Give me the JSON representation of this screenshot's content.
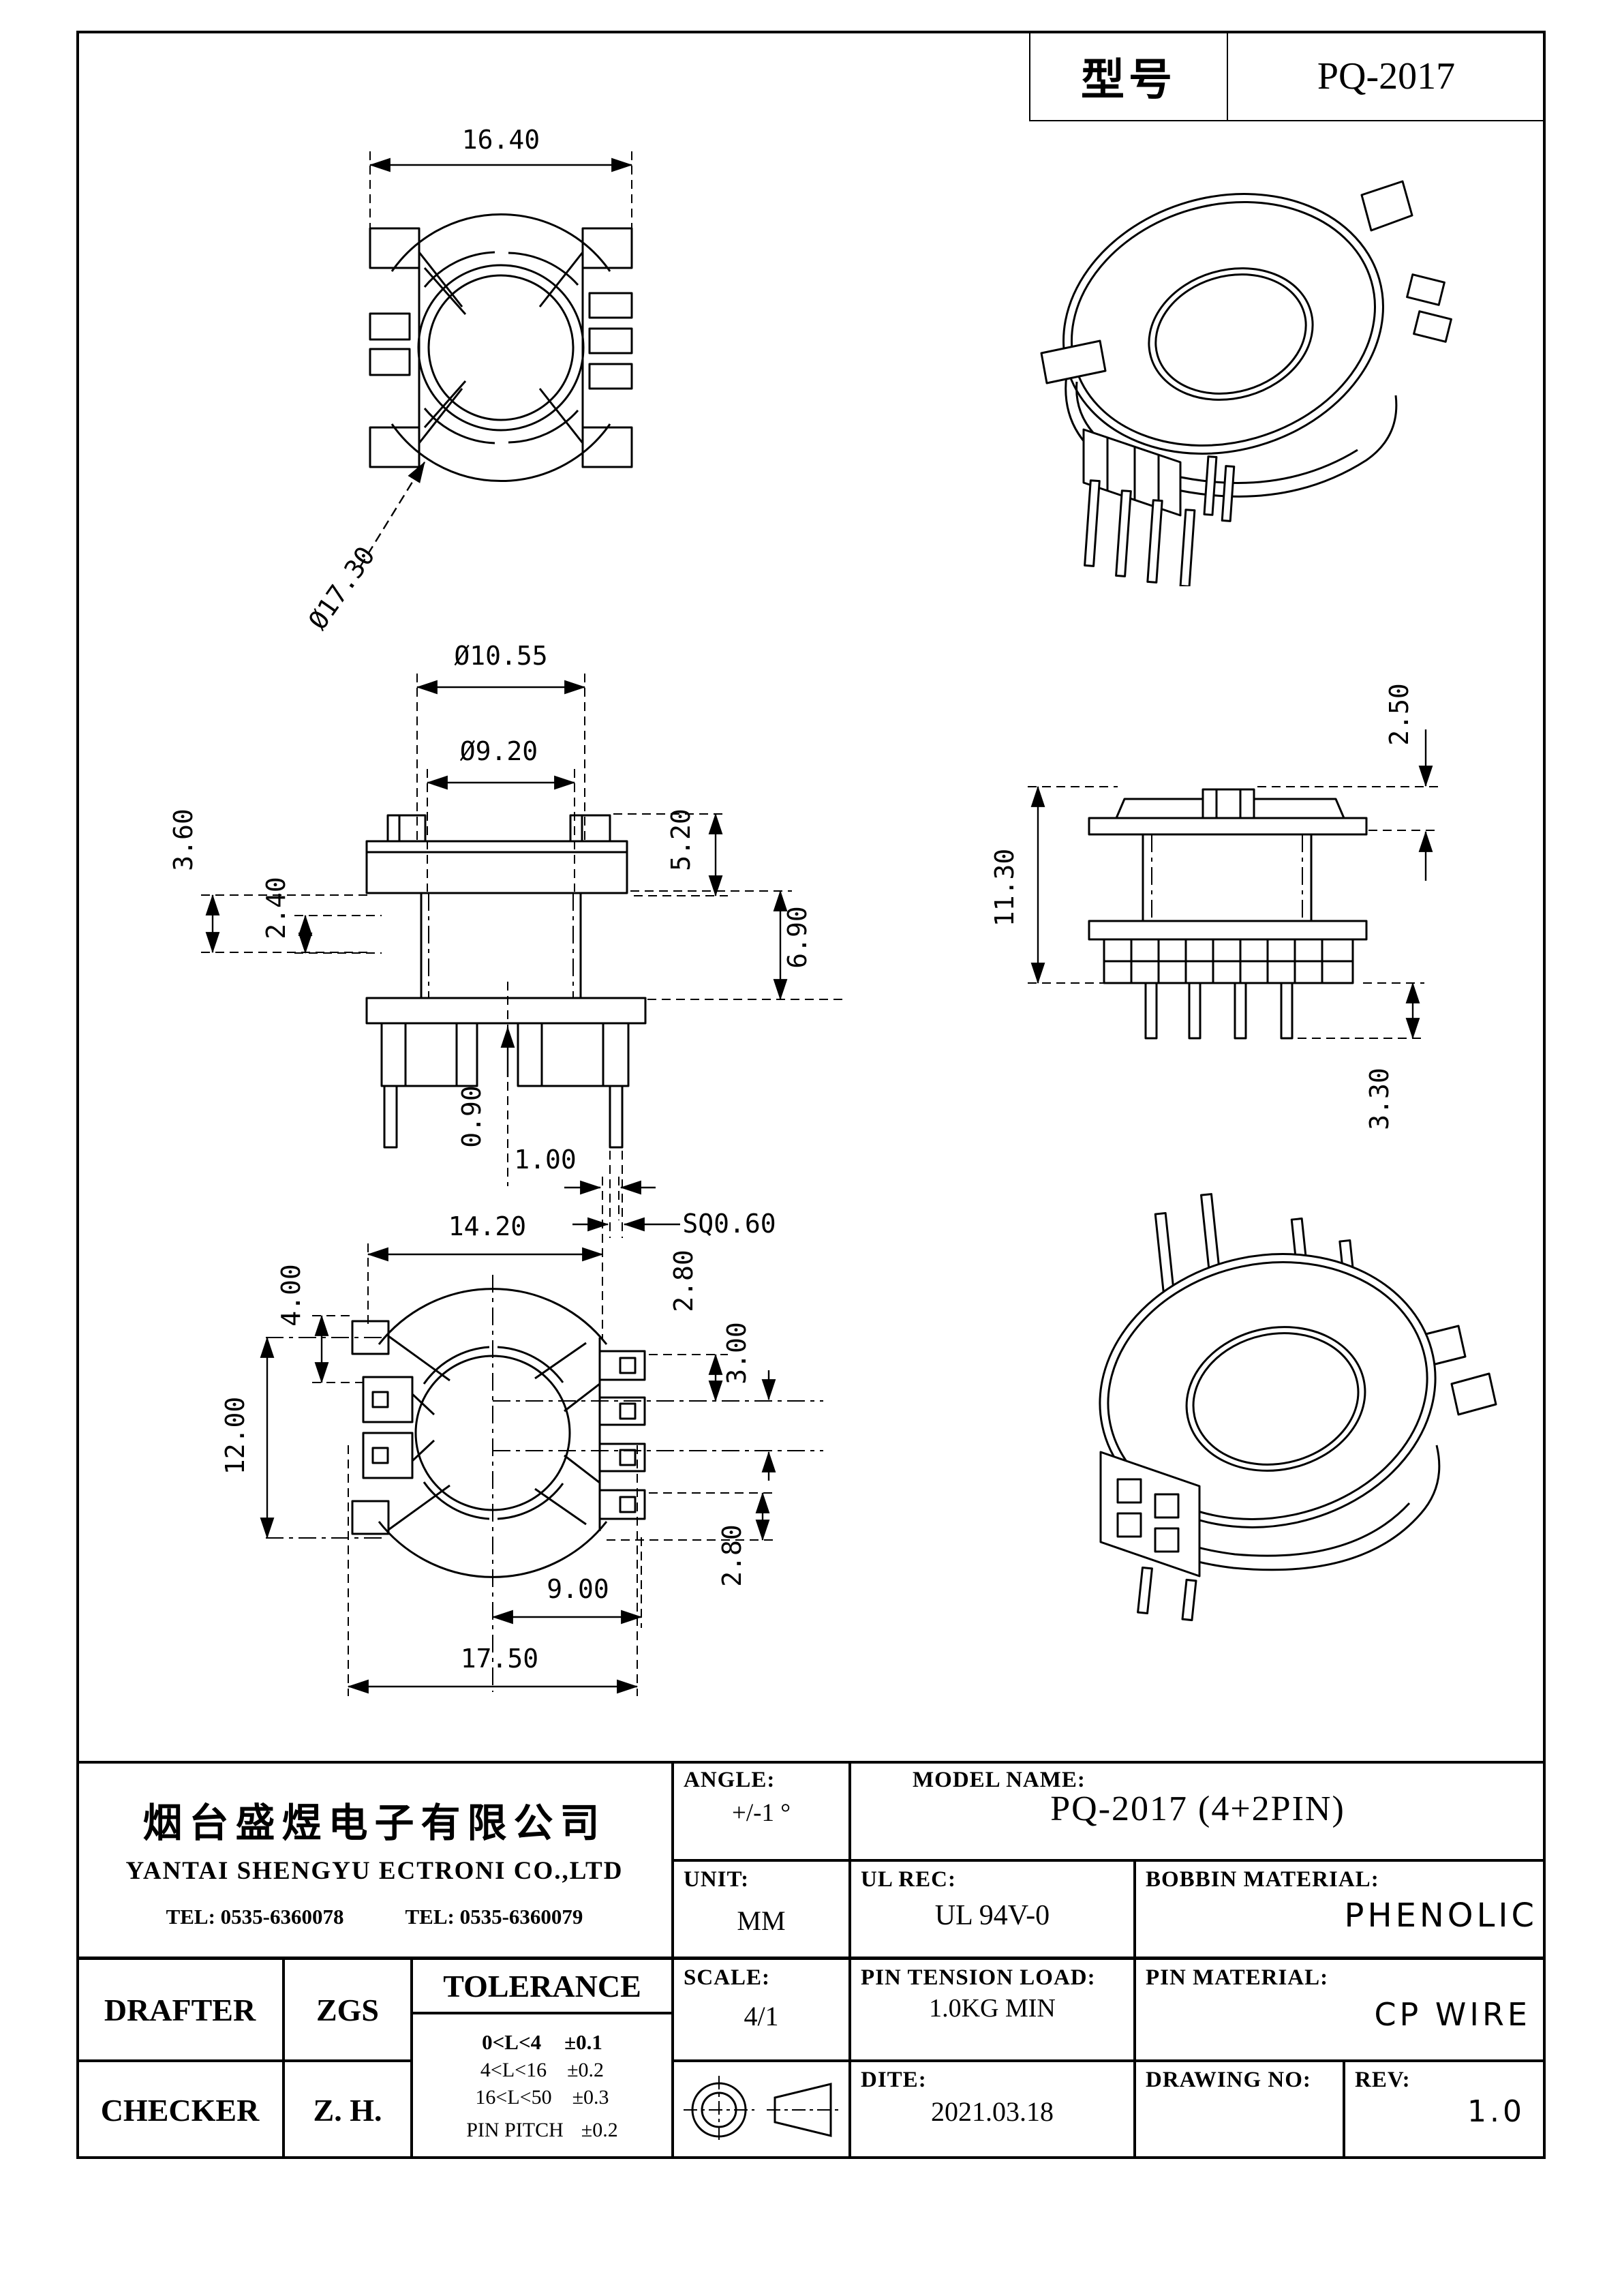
{
  "colors": {
    "line": "#000000",
    "background": "#ffffff"
  },
  "model_box": {
    "label": "型号",
    "value": "PQ-2017"
  },
  "views": {
    "top_view": {
      "dims": {
        "width": "16.40",
        "outer_dia": "Ø17.30"
      }
    },
    "side_view_front": {
      "dims": {
        "flange_dia": "Ø10.55",
        "core_dia": "Ø9.20",
        "flange_h": "5.20",
        "d_3_60": "3.60",
        "d_2_40": "2.40",
        "winding_h": "6.90",
        "d_0_90": "0.90",
        "pin_square": "SQ0.60"
      }
    },
    "side_view_right": {
      "dims": {
        "top_h": "2.50",
        "total_h": "11.30",
        "pin_len": "3.30"
      }
    },
    "bottom_view": {
      "dims": {
        "d_1_00": "1.00",
        "d_14_20": "14.20",
        "d_4_00": "4.00",
        "d_2_80_a": "2.80",
        "d_3_00": "3.00",
        "d_12_00": "12.00",
        "d_2_80_b": "2.80",
        "d_9_00": "9.00",
        "d_17_50": "17.50"
      }
    }
  },
  "title_block": {
    "company_cn": "烟台盛煜电子有限公司",
    "company_en": "YANTAI SHENGYU ECTRONI CO.,LTD",
    "tel1": "TEL: 0535-6360078",
    "tel2": "TEL: 0535-6360079",
    "angle_label": "ANGLE:",
    "angle_value": "+/-1 °",
    "model_name_label": "MODEL NAME:",
    "model_name_value": "PQ-2017 (4+2PIN)",
    "unit_label": "UNIT:",
    "unit_value": "MM",
    "ul_label": "UL REC:",
    "ul_value": "UL 94V-0",
    "bobbin_label": "BOBBIN MATERIAL:",
    "bobbin_value": "PHENOLIC",
    "drafter_label": "DRAFTER",
    "drafter_value": "ZGS",
    "checker_label": "CHECKER",
    "checker_value": "Z. H.",
    "tolerance_title": "TOLERANCE",
    "tolerance_rows": [
      [
        "0<L<4",
        "±0.1"
      ],
      [
        "4<L<16",
        "±0.2"
      ],
      [
        "16<L<50",
        "±0.3"
      ],
      [
        "PIN PITCH",
        "±0.2"
      ]
    ],
    "scale_label": "SCALE:",
    "scale_value": "4/1",
    "pin_tension_label": "PIN TENSION LOAD:",
    "pin_tension_value": "1.0KG MIN",
    "pin_material_label": "PIN MATERIAL:",
    "pin_material_value": "CP WIRE",
    "date_label": "DITE:",
    "date_value": "2021.03.18",
    "drawing_no_label": "DRAWING NO:",
    "rev_label": "REV:",
    "rev_value": "1.0"
  }
}
